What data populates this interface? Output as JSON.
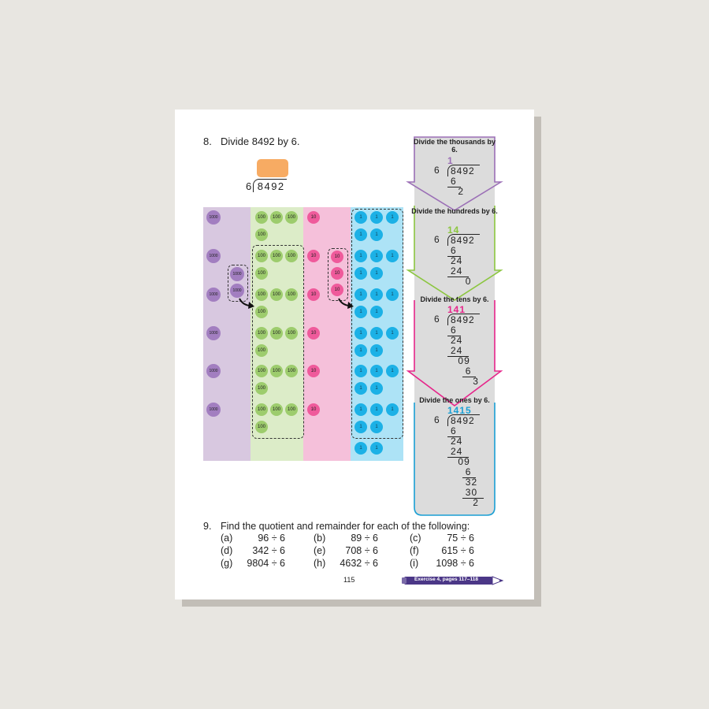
{
  "question8": {
    "number": "8.",
    "text": "Divide 8492 by 6.",
    "divisor": "6",
    "dividend": "8492"
  },
  "place_value_chart": {
    "thousands_label": "1000",
    "hundreds_label": "100",
    "tens_label": "10",
    "ones_label": "1",
    "colors": {
      "thousands_bg": "#d8c8e0",
      "hundreds_bg": "#dcecc8",
      "tens_bg": "#f5c0da",
      "ones_bg": "#ade3f6"
    }
  },
  "steps": [
    {
      "title": "Divide the thousands by 6.",
      "quotient": "1",
      "color": "#9b6fb6",
      "work": [
        "6",
        "2"
      ]
    },
    {
      "title": "Divide the hundreds by 6.",
      "quotient": "14",
      "color": "#8cc640",
      "work": [
        "6",
        "24",
        "24",
        "0"
      ]
    },
    {
      "title": "Divide the tens by 6.",
      "quotient": "141",
      "color": "#e6258a",
      "work": [
        "6",
        "24",
        "24",
        "09",
        "6",
        "3"
      ]
    },
    {
      "title": "Divide the ones by 6.",
      "quotient": "1415",
      "color": "#1a9fd4",
      "work": [
        "6",
        "24",
        "24",
        "09",
        "6",
        "32",
        "30",
        "2"
      ]
    }
  ],
  "question9": {
    "number": "9.",
    "text": "Find the quotient and remainder for each of the following:",
    "items": [
      {
        "label": "(a)",
        "expr": "96 ÷ 6"
      },
      {
        "label": "(b)",
        "expr": "89 ÷ 6"
      },
      {
        "label": "(c)",
        "expr": "75 ÷ 6"
      },
      {
        "label": "(d)",
        "expr": "342 ÷ 6"
      },
      {
        "label": "(e)",
        "expr": "708 ÷ 6"
      },
      {
        "label": "(f)",
        "expr": "615 ÷ 6"
      },
      {
        "label": "(g)",
        "expr": "9804 ÷ 6"
      },
      {
        "label": "(h)",
        "expr": "4632 ÷ 6"
      },
      {
        "label": "(i)",
        "expr": "1098 ÷ 6"
      }
    ]
  },
  "page_number": "115",
  "exercise_ref": "Exercise 4, pages 117–118"
}
